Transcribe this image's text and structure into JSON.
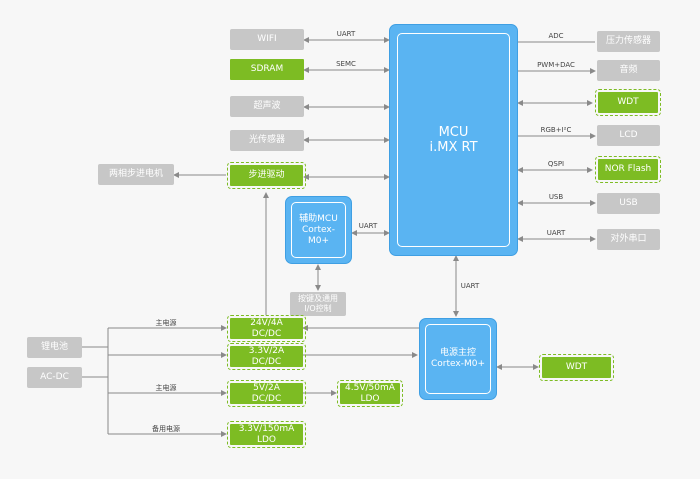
{
  "mcu": {
    "title": "MCU",
    "subtitle": "i.MX RT"
  },
  "aux_mcu": {
    "title": "辅助MCU",
    "subtitle": "Cortex-M0+"
  },
  "power_mcu": {
    "title": "电源主控",
    "subtitle": "Cortex-M0+"
  },
  "left_modules": {
    "wifi": "WIFI",
    "sdram": "SDRAM",
    "ultrasonic": "超声波",
    "light_sensor": "光传感器",
    "stepper_driver": "步进驱动"
  },
  "stepper_motor": "两相步进电机",
  "right_modules": {
    "pressure_sensor": "压力传感器",
    "audio": "音频",
    "wdt": "WDT",
    "lcd": "LCD",
    "nor_flash": "NOR Flash",
    "usb": "USB",
    "serial_port": "对外串口"
  },
  "buttons_io": "按键及通用\nI/O控制",
  "power": {
    "battery": "锂电池",
    "ac_dc": "AC-DC",
    "dcdc_24v": "24V/4A\nDC/DC",
    "dcdc_3v3": "3.3V/2A\nDC/DC",
    "dcdc_5v": "5V/2A\nDC/DC",
    "ldo_4v5": "4.5V/50mA\nLDO",
    "ldo_3v3": "3.3V/150mA\nLDO",
    "wdt": "WDT"
  },
  "labels": {
    "uart_wifi": "UART",
    "semc": "SEMC",
    "adc": "ADC",
    "pwm_dac": "PWM+DAC",
    "rgb_i2c": "RGB+I²C",
    "qspi": "QSPI",
    "usb": "USB",
    "uart_serial": "UART",
    "uart_aux": "UART",
    "uart_power": "UART",
    "main_power_1": "主电源",
    "main_power_2": "主电源",
    "backup_power": "备用电源"
  },
  "colors": {
    "blue": "#5ab4f2",
    "green": "#7dbc23",
    "gray": "#c7c7c7",
    "line": "#8a8a8a"
  }
}
